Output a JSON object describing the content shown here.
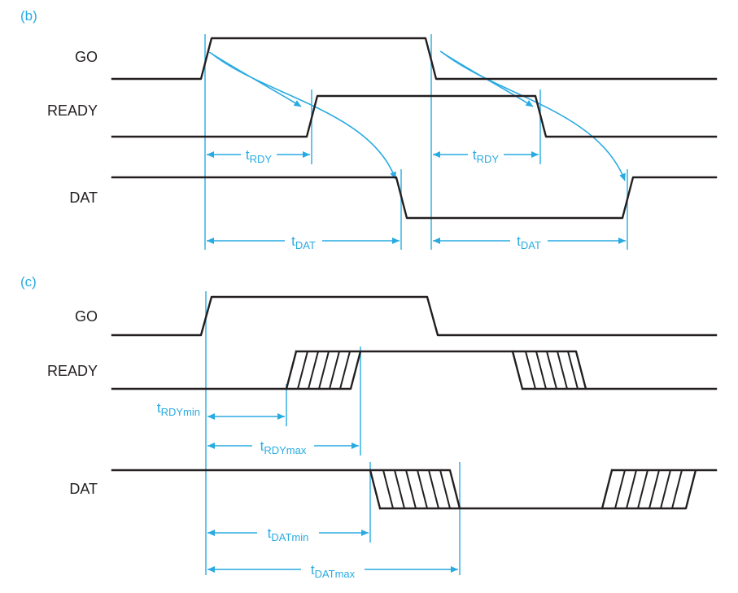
{
  "colors": {
    "signal_color": "#231f20",
    "annotation_color": "#29abe2",
    "background": "#ffffff"
  },
  "panel_b": {
    "label": "(b)",
    "signals": [
      "GO",
      "READY",
      "DAT"
    ],
    "annotations": {
      "t_rdy": {
        "base": "t",
        "sub": "RDY"
      },
      "t_dat": {
        "base": "t",
        "sub": "DAT"
      }
    }
  },
  "panel_c": {
    "label": "(c)",
    "signals": [
      "GO",
      "READY",
      "DAT"
    ],
    "annotations": {
      "t_rdy_min": {
        "base": "t",
        "sub": "RDYmin"
      },
      "t_rdy_max": {
        "base": "t",
        "sub": "RDYmax"
      },
      "t_dat_min": {
        "base": "t",
        "sub": "DATmin"
      },
      "t_dat_max": {
        "base": "t",
        "sub": "DATmax"
      }
    }
  }
}
